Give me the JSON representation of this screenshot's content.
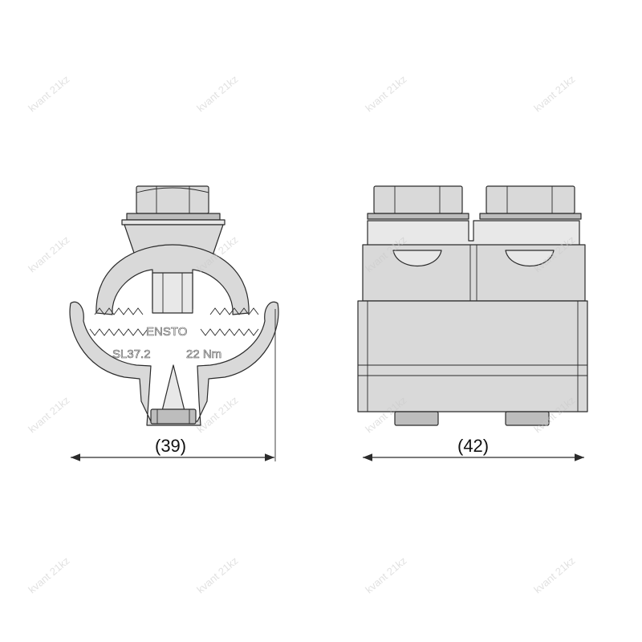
{
  "left_view": {
    "brand_text": "ENSTO",
    "model_text": "SL37.2",
    "torque_text": "22 Nm",
    "dimension_label": "(39)"
  },
  "right_view": {
    "dimension_label": "(42)"
  },
  "watermark": {
    "text": "kvant 21kz"
  },
  "colors": {
    "metal_fill": "#d9d9d9",
    "outline": "#2b2b2b"
  }
}
